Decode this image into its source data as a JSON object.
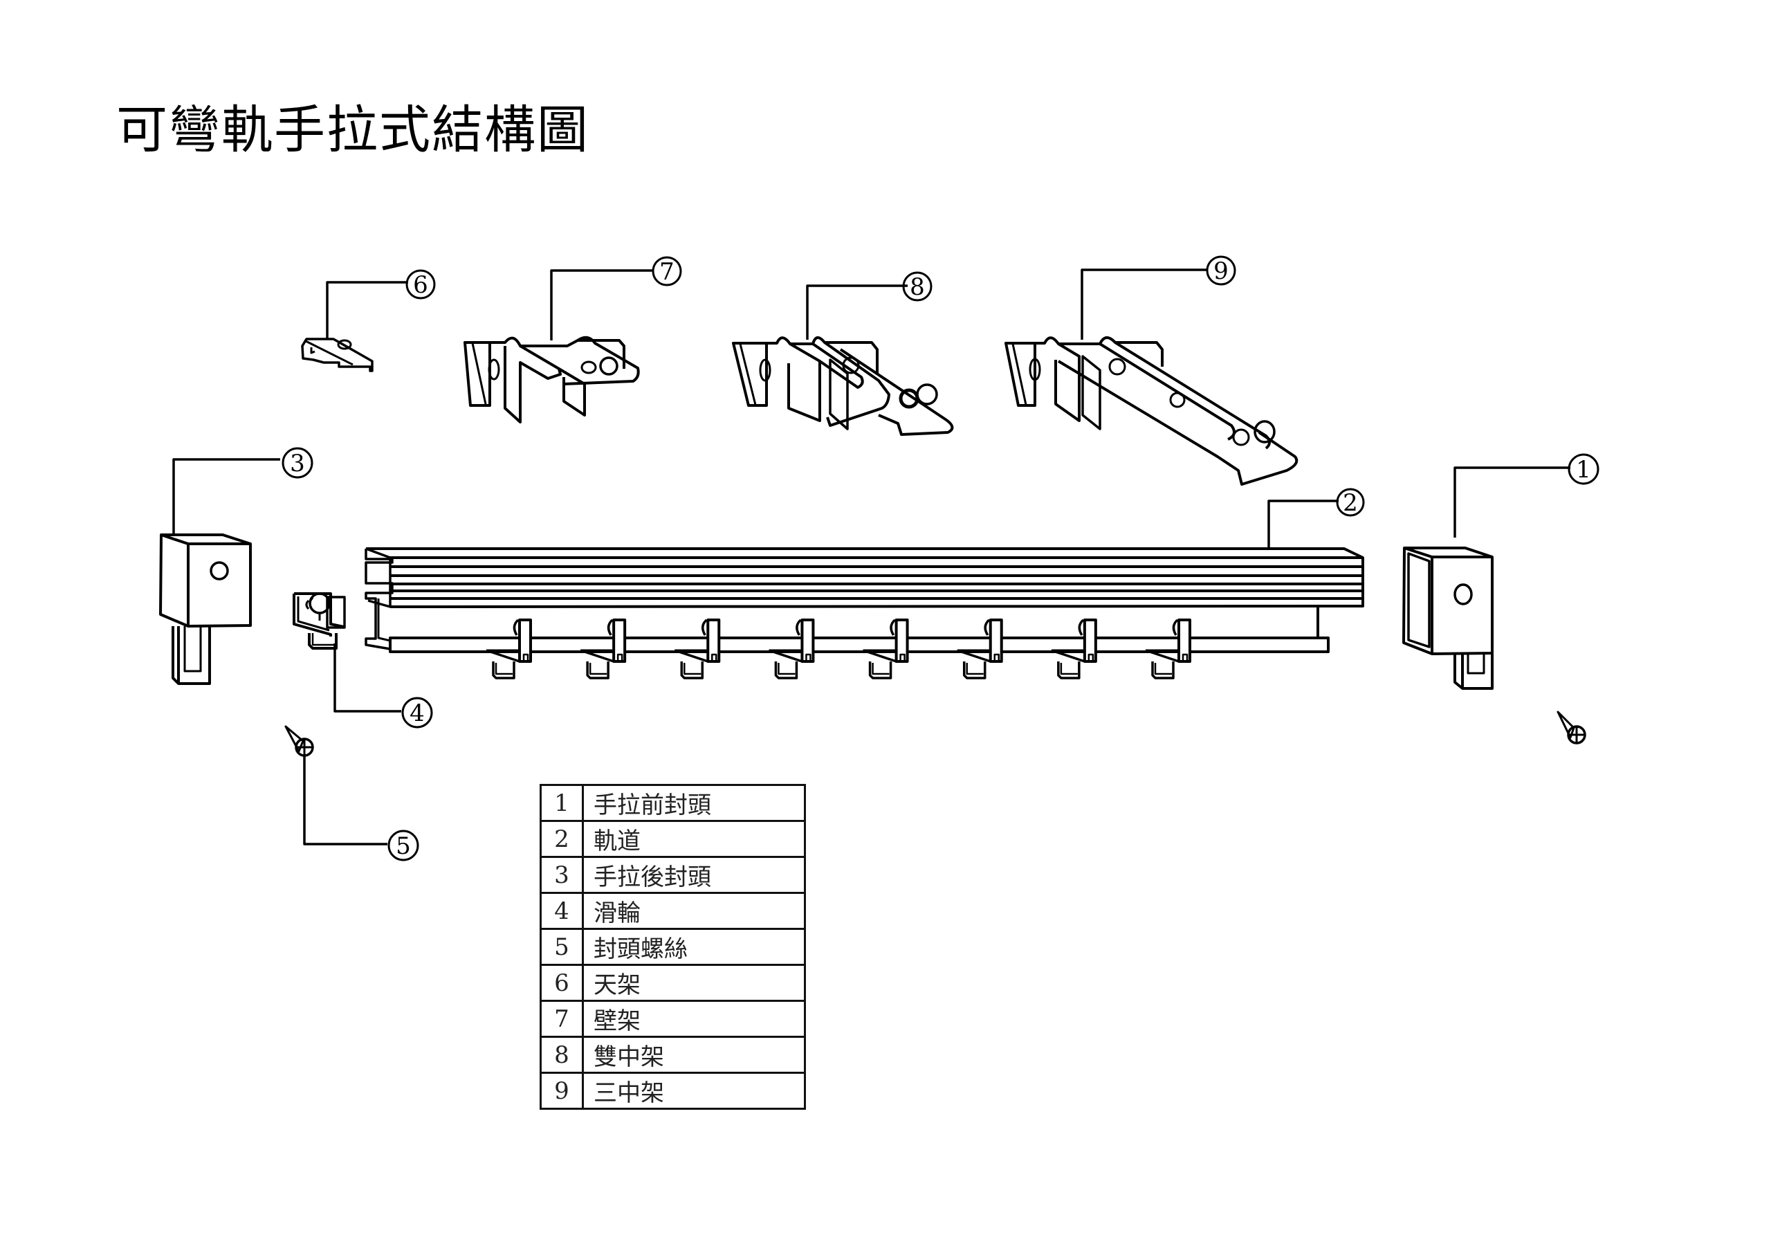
{
  "title": "可彎軌手拉式結構圖",
  "callouts": [
    {
      "num": "1",
      "part": "front-end-cap"
    },
    {
      "num": "2",
      "part": "track"
    },
    {
      "num": "3",
      "part": "rear-end-cap"
    },
    {
      "num": "4",
      "part": "glider"
    },
    {
      "num": "5",
      "part": "end-cap-screw"
    },
    {
      "num": "6",
      "part": "ceiling-bracket"
    },
    {
      "num": "7",
      "part": "wall-bracket"
    },
    {
      "num": "8",
      "part": "double-bracket"
    },
    {
      "num": "9",
      "part": "triple-bracket"
    }
  ],
  "legend": [
    {
      "num": "1",
      "name": "手拉前封頭"
    },
    {
      "num": "2",
      "name": "軌道"
    },
    {
      "num": "3",
      "name": "手拉後封頭"
    },
    {
      "num": "4",
      "name": "滑輪"
    },
    {
      "num": "5",
      "name": "封頭螺絲"
    },
    {
      "num": "6",
      "name": "天架"
    },
    {
      "num": "7",
      "name": "壁架"
    },
    {
      "num": "8",
      "name": "雙中架"
    },
    {
      "num": "9",
      "name": "三中架"
    }
  ],
  "track_glider_count": 8,
  "colors": {
    "line": "#000000",
    "background": "#ffffff"
  }
}
